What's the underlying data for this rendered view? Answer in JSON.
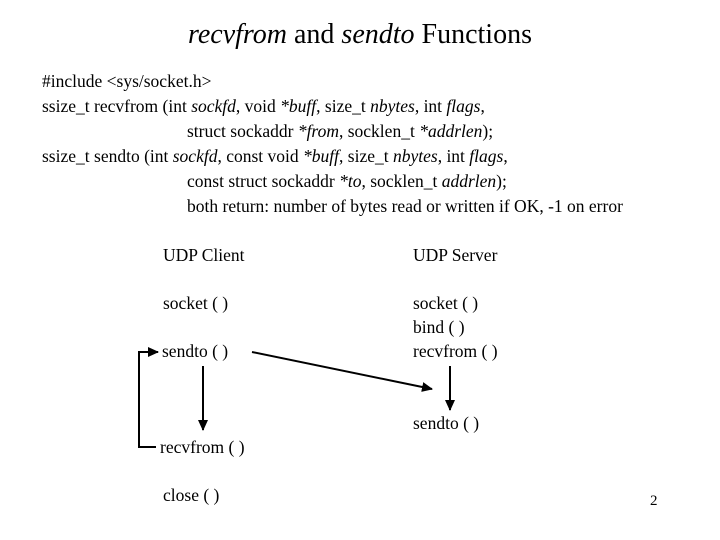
{
  "colors": {
    "background": "#ffffff",
    "text": "#000000",
    "arrows": "#000000"
  },
  "title": {
    "segments": [
      {
        "t": "recvfrom",
        "i": true
      },
      {
        "t": " and "
      },
      {
        "t": "sendto",
        "i": true
      },
      {
        "t": " Functions"
      }
    ]
  },
  "code": {
    "lines": [
      {
        "segments": [
          {
            "t": "#include <sys/socket.h>"
          }
        ]
      },
      {
        "segments": [
          {
            "t": "ssize_t recvfrom (int "
          },
          {
            "t": "sockfd",
            "i": true
          },
          {
            "t": ", void "
          },
          {
            "t": "*buff",
            "i": true
          },
          {
            "t": ", size_t "
          },
          {
            "t": "nbytes",
            "i": true
          },
          {
            "t": ", int "
          },
          {
            "t": "flags",
            "i": true
          },
          {
            "t": ","
          }
        ]
      },
      {
        "segments": [
          {
            "t": "struct sockaddr "
          },
          {
            "t": "*from",
            "i": true
          },
          {
            "t": ", socklen_t "
          },
          {
            "t": "*addrlen",
            "i": true
          },
          {
            "t": ");"
          }
        ]
      },
      {
        "segments": [
          {
            "t": "ssize_t sendto (int "
          },
          {
            "t": "sockfd",
            "i": true
          },
          {
            "t": ", const void "
          },
          {
            "t": "*buff",
            "i": true
          },
          {
            "t": ", size_t "
          },
          {
            "t": "nbytes",
            "i": true
          },
          {
            "t": ", int "
          },
          {
            "t": "flags",
            "i": true
          },
          {
            "t": ","
          }
        ]
      },
      {
        "segments": [
          {
            "t": "const struct sockaddr "
          },
          {
            "t": "*to",
            "i": true
          },
          {
            "t": ", socklen_t "
          },
          {
            "t": "addrlen",
            "i": true
          },
          {
            "t": ");"
          }
        ]
      },
      {
        "segments": [
          {
            "t": "both return: number of bytes read or written if OK, -1 on error"
          }
        ]
      }
    ]
  },
  "diagram": {
    "client_header": "UDP Client",
    "server_header": "UDP Server",
    "client_socket": "socket ( )",
    "client_sendto": "sendto ( )",
    "client_recvfrom": "recvfrom ( )",
    "client_close": "close ( )",
    "server_socket": "socket ( )",
    "server_bind": "bind ( )",
    "server_recvfrom": "recvfrom ( )",
    "server_sendto": "sendto ( )"
  },
  "page_number": "2"
}
